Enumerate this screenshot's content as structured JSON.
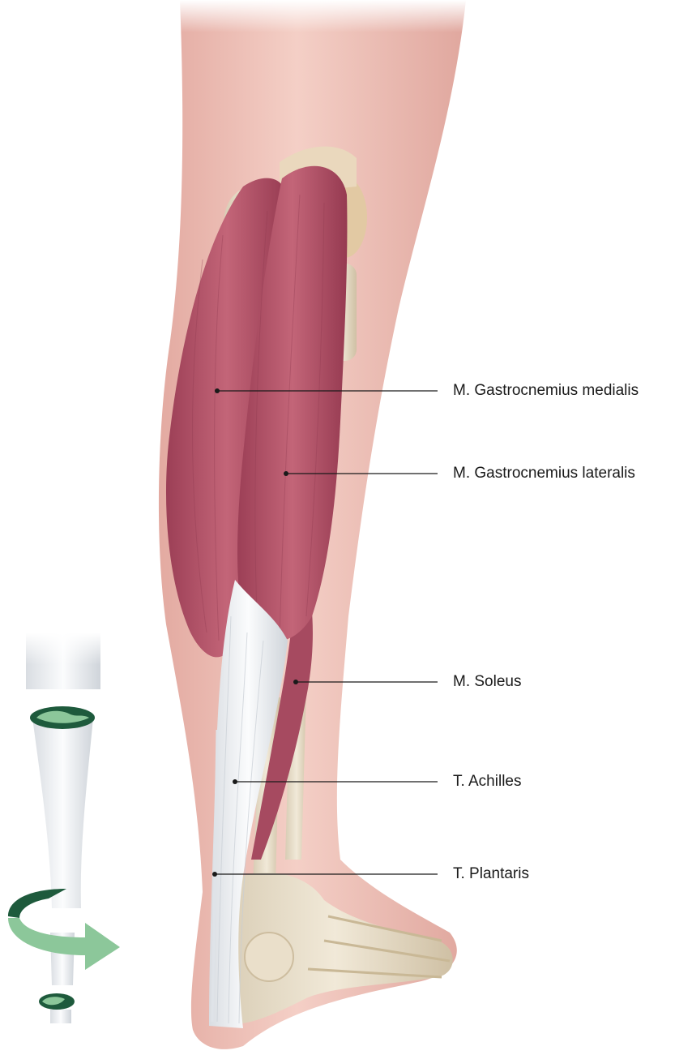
{
  "labels": {
    "gastrocnemius_medialis": "M. Gastrocnemius medialis",
    "gastrocnemius_lateralis": "M. Gastrocnemius lateralis",
    "soleus": "M. Soleus",
    "achilles": "T. Achilles",
    "plantaris": "T. Plantaris"
  },
  "colors": {
    "skin": "#efc3b8",
    "muscle": "#b8546a",
    "muscle_dark": "#8f3a50",
    "tendon": "#eef0f2",
    "bone": "#e7dcc6",
    "arrow_light": "#8cc79a",
    "arrow_dark": "#1e5a3c",
    "leader_line": "#1a1a1a"
  }
}
